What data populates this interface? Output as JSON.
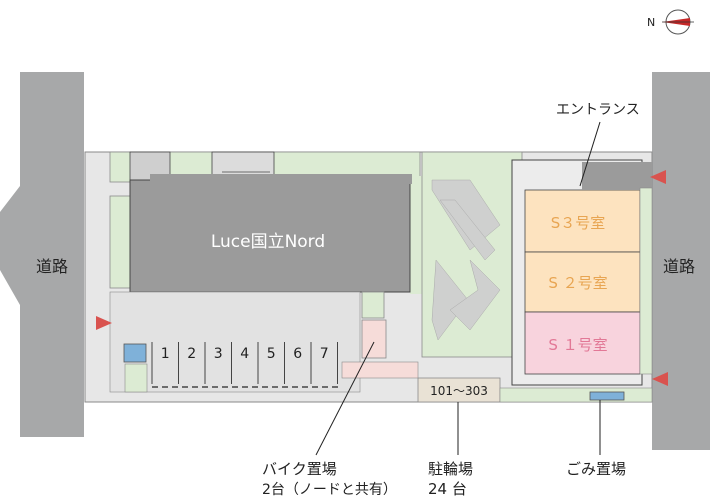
{
  "compass": {
    "north_letter": "N"
  },
  "road_left": "道路",
  "road_right": "道路",
  "building_name": "Luce国立Nord",
  "entrance_label": "エントランス",
  "rooms": [
    {
      "label": "S３号室",
      "color": "#fde3bf",
      "text_color": "#e8a552"
    },
    {
      "label": "S ２号室",
      "color": "#fde3bf",
      "text_color": "#e8a552"
    },
    {
      "label": "S １号室",
      "color": "#f8d3dd",
      "text_color": "#e27896"
    }
  ],
  "parking_numbers": [
    "1",
    "2",
    "3",
    "4",
    "5",
    "6",
    "7"
  ],
  "bike_parking": {
    "line1": "バイク置場",
    "line2": "2台（ノードと共有）"
  },
  "bicycle_rooms": "101〜303",
  "bicycle_parking": {
    "line1": "駐輪場",
    "line2": "24 台"
  },
  "garbage_label": "ごみ置場",
  "colors": {
    "road": "#a7a8a9",
    "building": "#9b9b9b",
    "green": "#dcebd3",
    "lot": "#e2e2e2",
    "wall": "#7a7a7a",
    "arrow": "#d9534f"
  }
}
